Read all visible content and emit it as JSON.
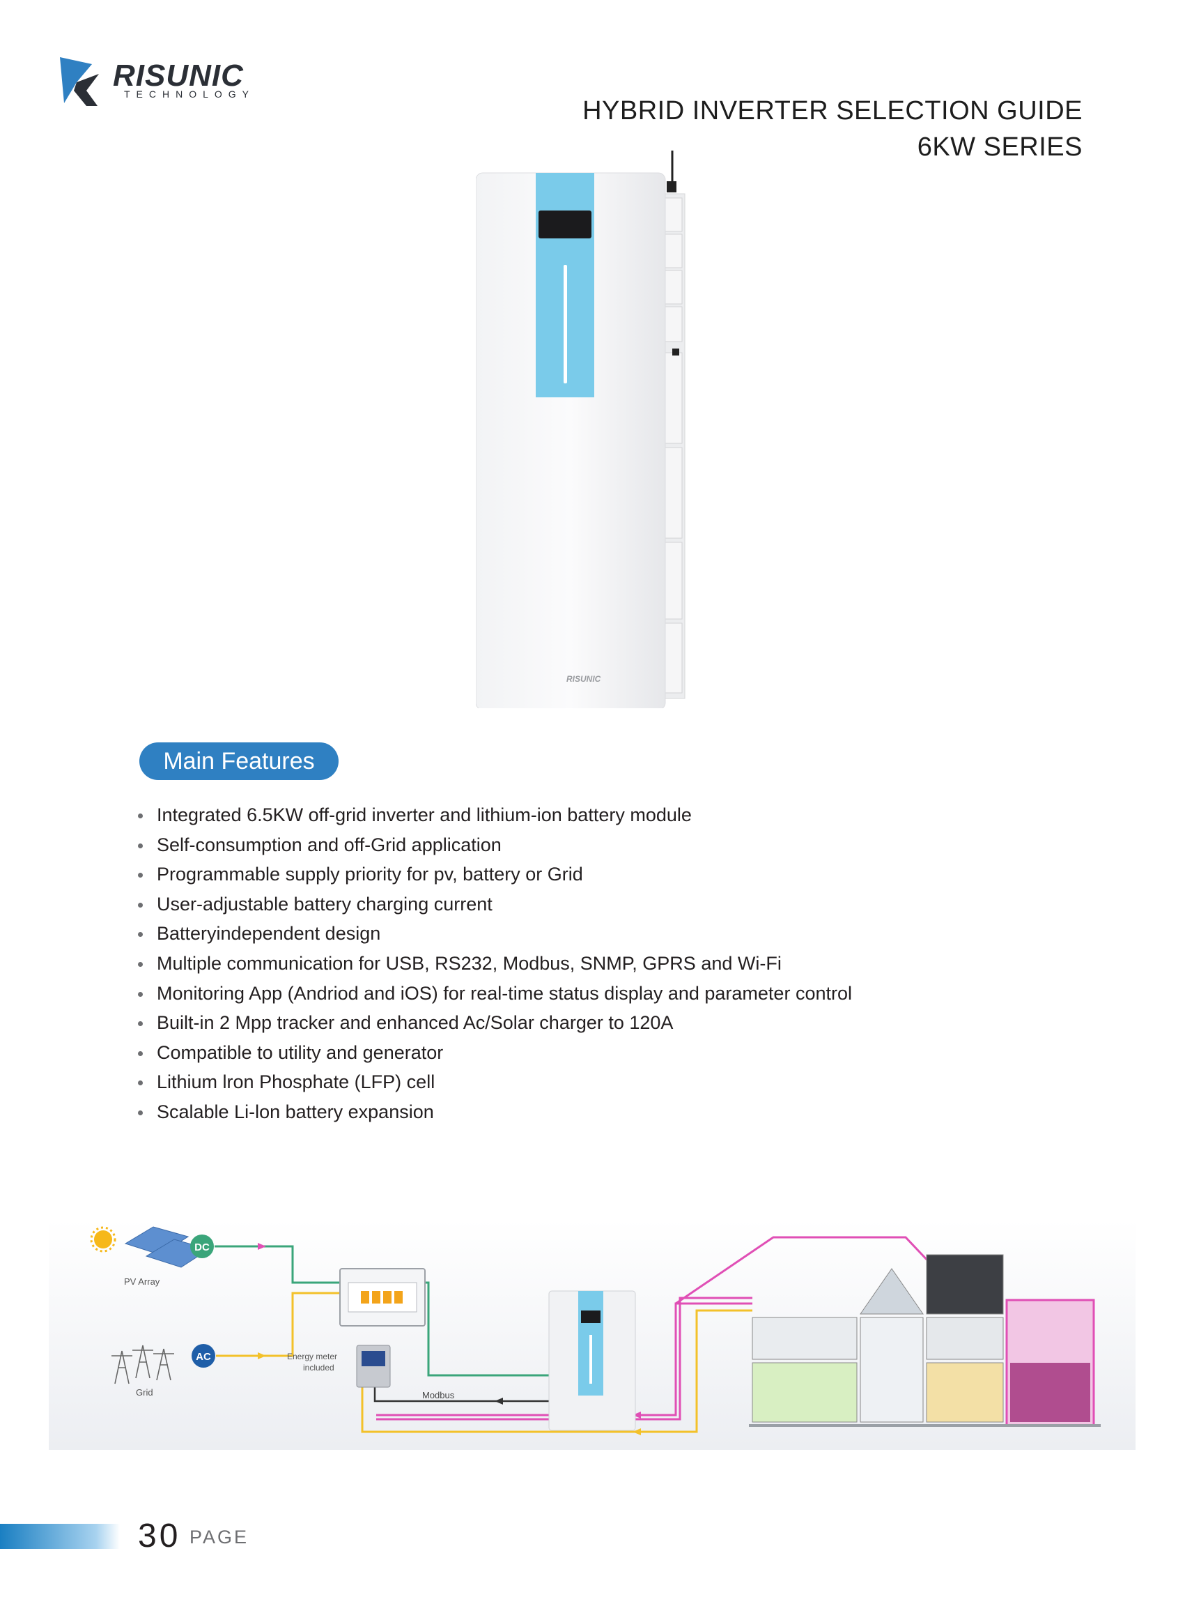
{
  "brand": {
    "name": "RISUNIC",
    "subtitle": "TECHNOLOGY"
  },
  "title": {
    "line1": "HYBRID INVERTER SELECTION GUIDE",
    "line2": "6KW SERIES"
  },
  "features": {
    "heading": "Main Features",
    "items": [
      "Integrated 6.5KW off-grid inverter and lithium-ion battery module",
      "Self-consumption and off-Grid application",
      "Programmable supply priority for pv, battery or Grid",
      "User-adjustable battery charging current",
      "Batteryindependent design",
      "Multiple communication for USB, RS232, Modbus, SNMP, GPRS and Wi-Fi",
      "Monitoring App (Andriod and iOS) for real-time status display and parameter control",
      "Built-in 2 Mpp tracker and enhanced Ac/Solar charger to 120A",
      "Compatible to utility and generator",
      "Lithium lron Phosphate (LFP) cell",
      "Scalable Li-lon battery expansion"
    ]
  },
  "diagram": {
    "pv_label": "PV Array",
    "dc_badge": "DC",
    "grid_label": "Grid",
    "ac_badge": "AC",
    "meter_label_1": "Energy meter",
    "meter_label_2": "included",
    "modbus_label": "Modbus",
    "colors": {
      "dc_line": "#3aa57a",
      "ac_line": "#f3c12a",
      "load_line": "#e04fb5",
      "comm_line": "#333333"
    }
  },
  "footer": {
    "page_number": "30",
    "page_word": "PAGE"
  }
}
